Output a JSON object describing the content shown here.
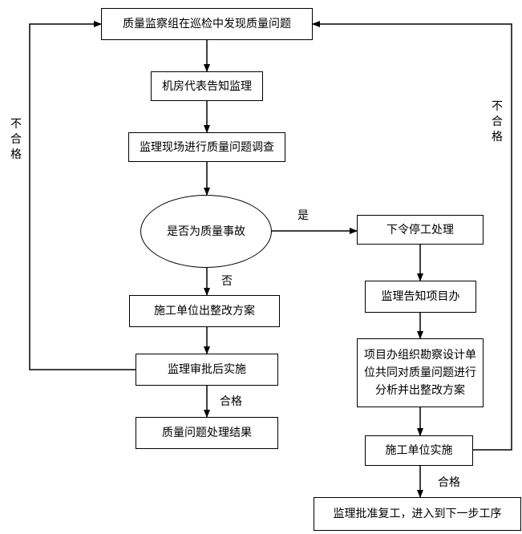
{
  "nodes": {
    "start": "质量监察组在巡检中发现质量问题",
    "notify": "机房代表告知监理",
    "investigate": "监理现场进行质量问题调查",
    "decision": "是否为质量事故",
    "stop_work": "下令停工处理",
    "notify_office": "监理告知项目办",
    "organize": "项目办组织勘察设计单位共同对质量问题进行分析并出整改方案",
    "contractor_plan": "施工单位出整改方案",
    "approve": "监理审批后实施",
    "result": "质量问题处理结果",
    "contractor_implement": "施工单位实施",
    "resume": "监理批准复工，进入到下一步工序"
  },
  "edge_labels": {
    "yes": "是",
    "no": "否",
    "pass_left": "合格",
    "pass_right": "合格",
    "fail_left": "不合格",
    "fail_right": "不合格"
  }
}
